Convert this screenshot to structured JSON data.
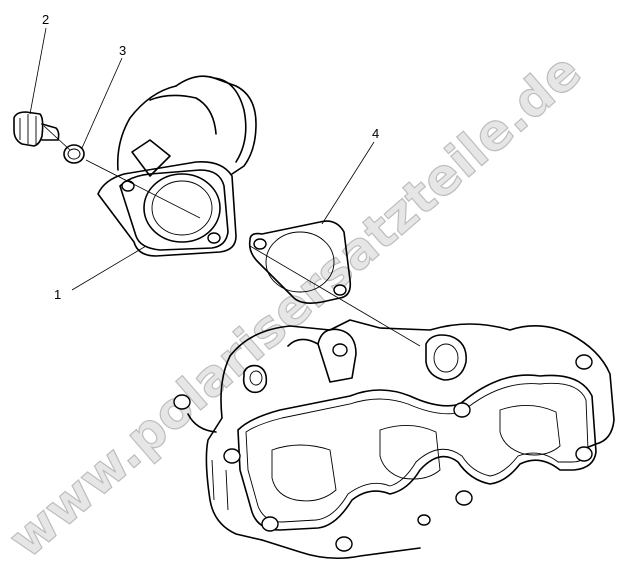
{
  "diagram": {
    "callouts": [
      {
        "id": "1",
        "label": "1"
      },
      {
        "id": "2",
        "label": "2"
      },
      {
        "id": "3",
        "label": "3"
      },
      {
        "id": "4",
        "label": "4"
      }
    ]
  },
  "watermark": {
    "text": "www.polarisersatzteile.de"
  },
  "colors": {
    "line": "#000000",
    "background": "#ffffff",
    "watermark_fill": "#e6e6e6"
  }
}
